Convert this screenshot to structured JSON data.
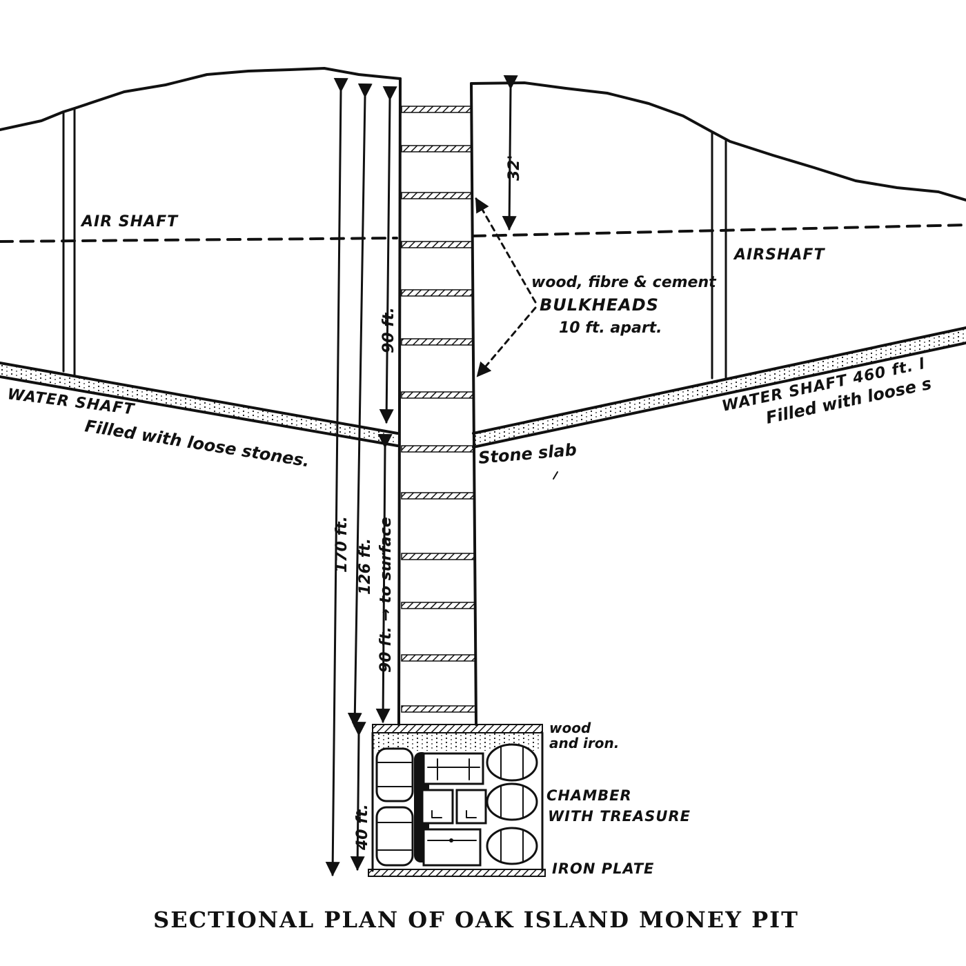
{
  "caption": "SECTIONAL PLAN OF OAK ISLAND MONEY PIT",
  "labels": {
    "air_shaft_left": "AIR SHAFT",
    "air_shaft_right": "AIRSHAFT",
    "bulkheads_line1": "wood, fibre & cement",
    "bulkheads_line2": "BULKHEADS",
    "bulkheads_line3": "10 ft. apart.",
    "water_shaft_left_line1": "WATER SHAFT",
    "water_shaft_left_line2": "Filled with loose stones.",
    "water_shaft_right_line1": "WATER SHAFT 460 ft. l",
    "water_shaft_right_line2": "Filled with loose s",
    "stone_slab": "Stone slab",
    "wood_iron_line1": "wood",
    "wood_iron_line2": "and iron.",
    "chamber_line1": "CHAMBER",
    "chamber_line2": "WITH TREASURE",
    "iron_plate": "IRON PLATE"
  },
  "dimensions": {
    "d32": "32'",
    "d90_upper": "90 ft.",
    "d170": "170 ft.",
    "d126": "126 ft.",
    "d_to_surface": "90 ft. → to surface",
    "d40": "40 ft."
  }
}
